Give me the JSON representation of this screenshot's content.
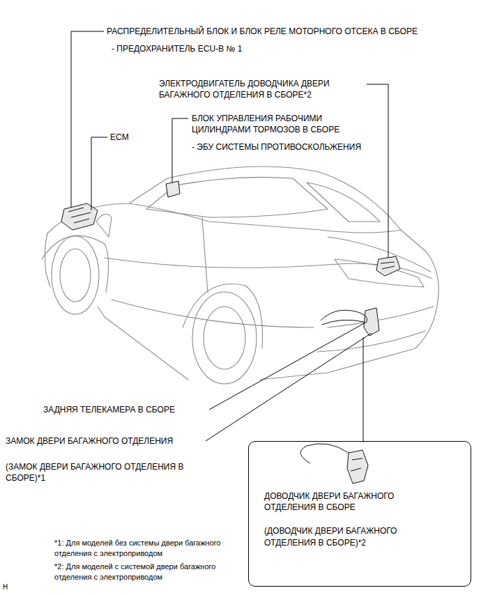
{
  "diagram": {
    "nodes": [
      {
        "text": [
          "ДОВОДЧИК ДВЕРИ БАГАЖНОГО ОТДЕЛЕНИЯ В СБОРЕ",
          "(ДОВОДЧИК ДВЕРИ БАГАЖНОГО ОТДЕЛЕНИЯ В СБОРЕ)*2"
        ]
      }
    ],
    "labels": [
      "РАСПРЕДЕЛИТЕЛЬНЫЙ БЛОК И БЛОК РЕЛЕ МОТОРНОГО ОТСЕКА В СБОРЕ",
      "- ПРЕДОХРАНИТЕЛЬ ECU-B № 1",
      "ЭЛЕКТРОДВИГАТЕЛЬ ДОВОДЧИКА ДВЕРИ БАГАЖНОГО ОТДЕЛЕНИЯ В СБОРЕ*2",
      "ECM",
      "БЛОК УПРАВЛЕНИЯ РАБОЧИМИ ЦИЛИНДРАМИ ТОРМОЗОВ В СБОРЕ",
      "- ЭБУ СИСТЕМЫ ПРОТИВОСКОЛЬЖЕНИЯ",
      "ЗАДНЯЯ ТЕЛЕКАМЕРА В СБОРЕ",
      "ЗАМОК ДВЕРИ БАГАЖНОГО ОТДЕЛЕНИЯ",
      "(ЗАМОК ДВЕРИ БАГАЖНОГО ОТДЕЛЕНИЯ В СБОРЕ)*1",
      "*1: Для моделей без системы двери багажного отделения с электроприводом",
      "*2: Для моделей с системой двери багажного отделения с электроприводом",
      "H"
    ]
  }
}
